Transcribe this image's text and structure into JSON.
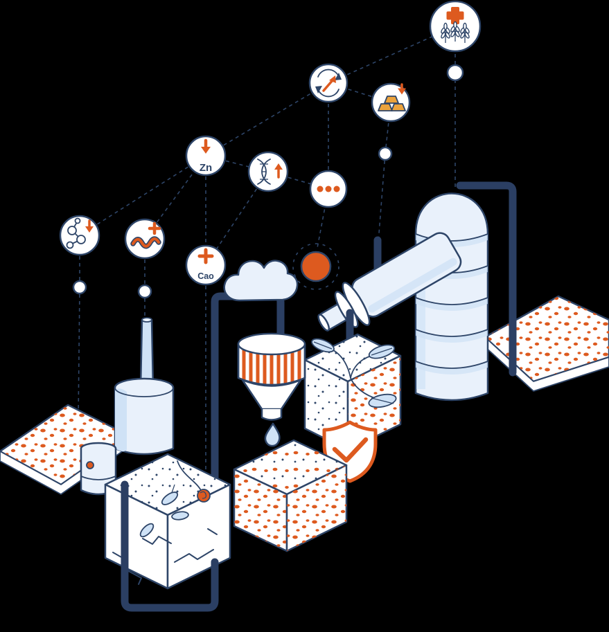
{
  "colors": {
    "navy": "#2e4568",
    "pipe": "#2b3f63",
    "orange": "#dd5a1f",
    "gold": "#eca33d",
    "lightblue": "#cfe2f6",
    "pale": "#e9f1fb",
    "white": "#ffffff",
    "bg": "#000000"
  },
  "badges": {
    "wheat": {
      "icon": "wheat-plus-icon"
    },
    "cycle": {
      "icon": "cycle-up-arrow-icon"
    },
    "gold": {
      "icon": "gold-ingots-down-arrow-icon"
    },
    "zinc": {
      "label": "Zn",
      "icon": "zinc-down-arrow-icon"
    },
    "dna": {
      "icon": "dna-up-arrow-icon"
    },
    "ellipsis": {
      "label": "...",
      "icon": "ellipsis-icon"
    },
    "molecule": {
      "icon": "molecule-down-arrow-icon"
    },
    "worm": {
      "icon": "worm-plus-icon"
    },
    "cao": {
      "label": "Cao",
      "icon": "cao-plus-icon"
    }
  },
  "scene": {
    "icons": [
      "sun-icon",
      "cloud-icon",
      "shield-check-icon",
      "water-droplet-icon",
      "leaf-icon",
      "wheat-icon",
      "tower",
      "chimneys",
      "soil-blocks",
      "irrigation-pipe"
    ]
  }
}
